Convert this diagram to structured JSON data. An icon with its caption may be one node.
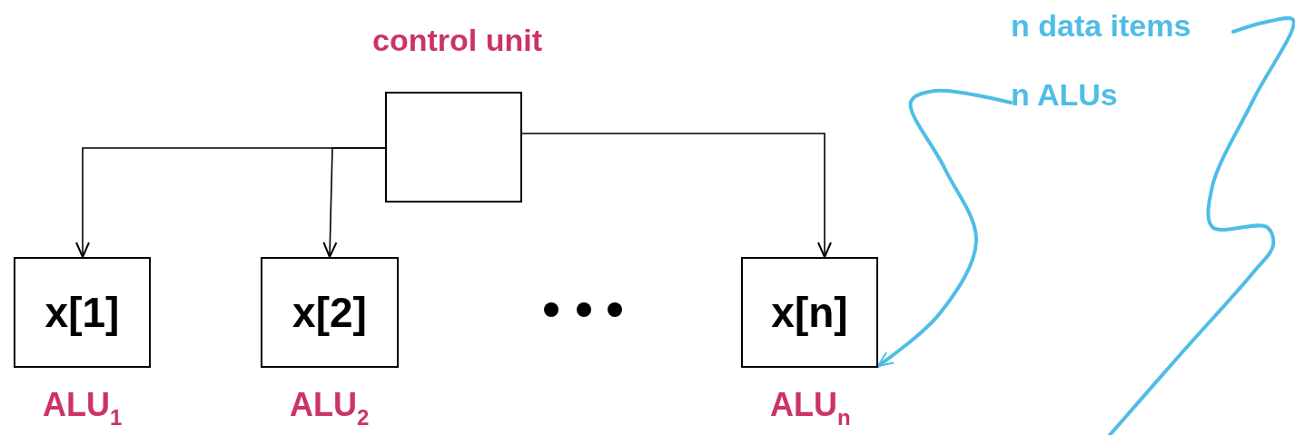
{
  "diagram": {
    "nodes": [
      {
        "text": [
          "control unit"
        ]
      },
      {
        "text": [
          "x[1]"
        ],
        "beside": [
          "ALU$_{1}$"
        ]
      },
      {
        "text": [
          "x[2]"
        ],
        "beside": [
          "ALU$_{2}$"
        ]
      },
      {
        "text": [
          "x[n]"
        ],
        "beside": [
          "ALU$_{n}$"
        ]
      },
      {
        "text": [
          "n ALUs"
        ]
      },
      {
        "text": [
          "n data items"
        ]
      }
    ],
    "edges": [
      {
        "from": 0,
        "to": 1,
        "arrow": "to"
      },
      {
        "from": 0,
        "to": 2,
        "arrow": "to"
      },
      {
        "from": 0,
        "to": 3,
        "arrow": "to"
      },
      {
        "from": 4,
        "to": 3,
        "arrow": "to",
        "style": "thick",
        "color": "#4fbde6"
      },
      {
        "from": 5,
        "to": null,
        "arrow": "none",
        "style": "thick",
        "color": "#4fbde6"
      }
    ]
  }
}
